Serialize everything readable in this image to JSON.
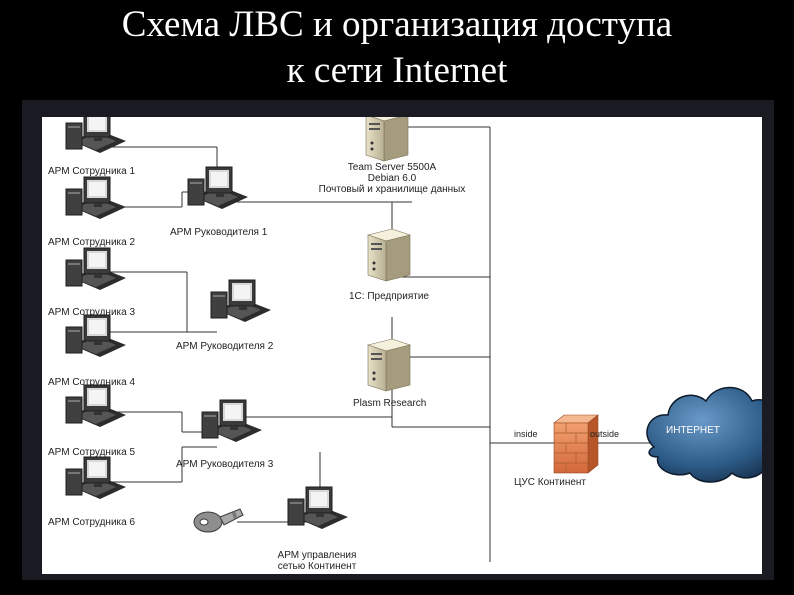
{
  "slide": {
    "title_line1": "Схема ЛВС и организация доступа",
    "title_line2": "к сети Internet"
  },
  "workstations": {
    "emp1": "АРМ Сотрудника 1",
    "emp2": "АРМ Сотрудника 2",
    "emp3": "АРМ Сотрудника 3",
    "emp4": "АРМ Сотрудника 4",
    "emp5": "АРМ Сотрудника 5",
    "emp6": "АРМ Сотрудника 6",
    "mgr1": "АРМ Руководителя 1",
    "mgr2": "АРМ Руководителя 2",
    "mgr3": "АРМ Руководителя 3",
    "admin_line1": "АРМ управления",
    "admin_line2": "сетью Континент"
  },
  "servers": {
    "team_line1": "Team Server 5500A",
    "team_line2": "Debian 6.0",
    "team_line3": "Почтовый и хранилище данных",
    "onec": "1С: Предприятие",
    "plasm": "Plasm Research"
  },
  "gateway": {
    "label": "ЦУС Континент",
    "inside": "inside",
    "outside": "outside"
  },
  "internet": {
    "label": "ИНТЕРНЕТ"
  },
  "icons": {
    "workstation": "computer-icon",
    "server": "server-icon",
    "firewall": "firewall-icon",
    "cloud": "cloud-icon",
    "key": "key-icon"
  }
}
